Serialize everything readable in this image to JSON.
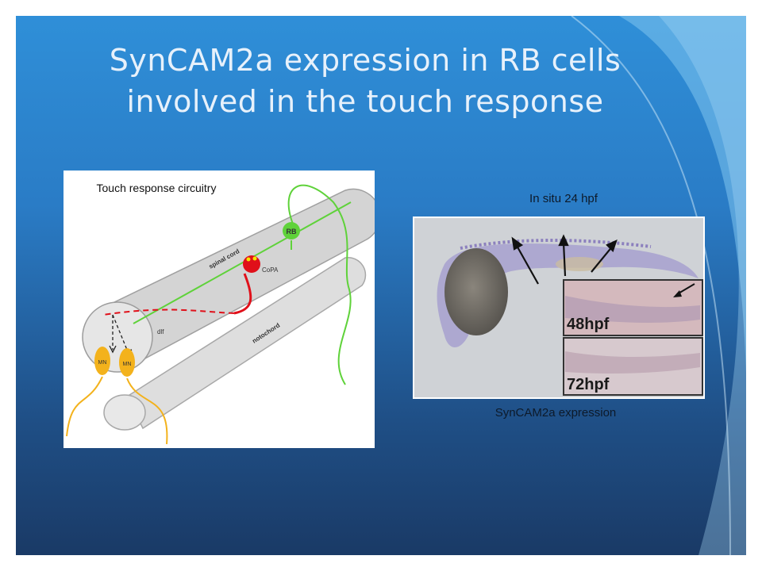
{
  "slide": {
    "title_line_1": "SynCAM2a expression in RB cells",
    "title_line_2": "involved in the touch response",
    "colors": {
      "background_top": "#2f8fd8",
      "background_bottom": "#1a3a66",
      "title_text": "#e7f1fb"
    }
  },
  "diagram": {
    "title": "Touch response circuitry",
    "labels": {
      "rb": "RB",
      "copa": "CoPA",
      "spinal_cord": "spinal cord",
      "notochord": "notochord",
      "dlf": "dlf",
      "mn_left": "MN",
      "mn_right": "MN",
      "plus": "+",
      "minus": "-"
    },
    "colors": {
      "rb_axon": "#5fd23a",
      "copa": "#e0101a",
      "mn": "#f3b21c"
    }
  },
  "micrograph": {
    "caption_top": "In situ 24 hpf",
    "caption_bottom": "SynCAM2a expression",
    "stage_48": "48hpf",
    "stage_72": "72hpf"
  }
}
